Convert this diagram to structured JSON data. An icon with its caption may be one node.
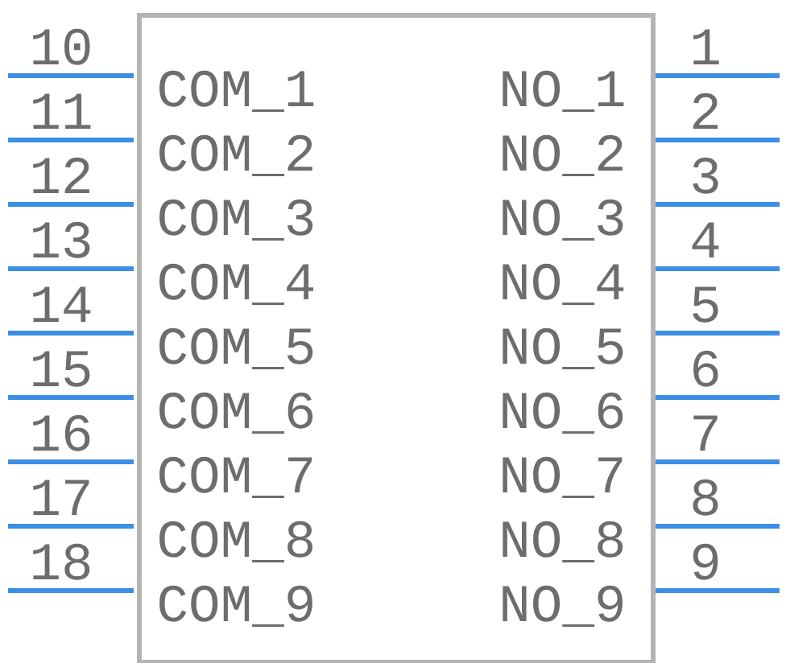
{
  "diagram": {
    "nodes": [
      {
        "text": [
          "COM_1",
          "NO_1",
          "COM_2",
          "NO_2",
          "COM_3",
          "NO_3",
          "COM_4",
          "NO_4",
          "COM_5",
          "NO_5",
          "COM_6",
          "NO_6",
          "COM_7",
          "NO_7",
          "COM_8",
          "NO_8",
          "COM_9",
          "NO_9"
        ]
      }
    ],
    "labels": [
      "10",
      "1",
      "11",
      "2",
      "12",
      "3",
      "13",
      "4",
      "14",
      "5",
      "15",
      "6",
      "16",
      "7",
      "17",
      "8",
      "18",
      "9"
    ]
  }
}
